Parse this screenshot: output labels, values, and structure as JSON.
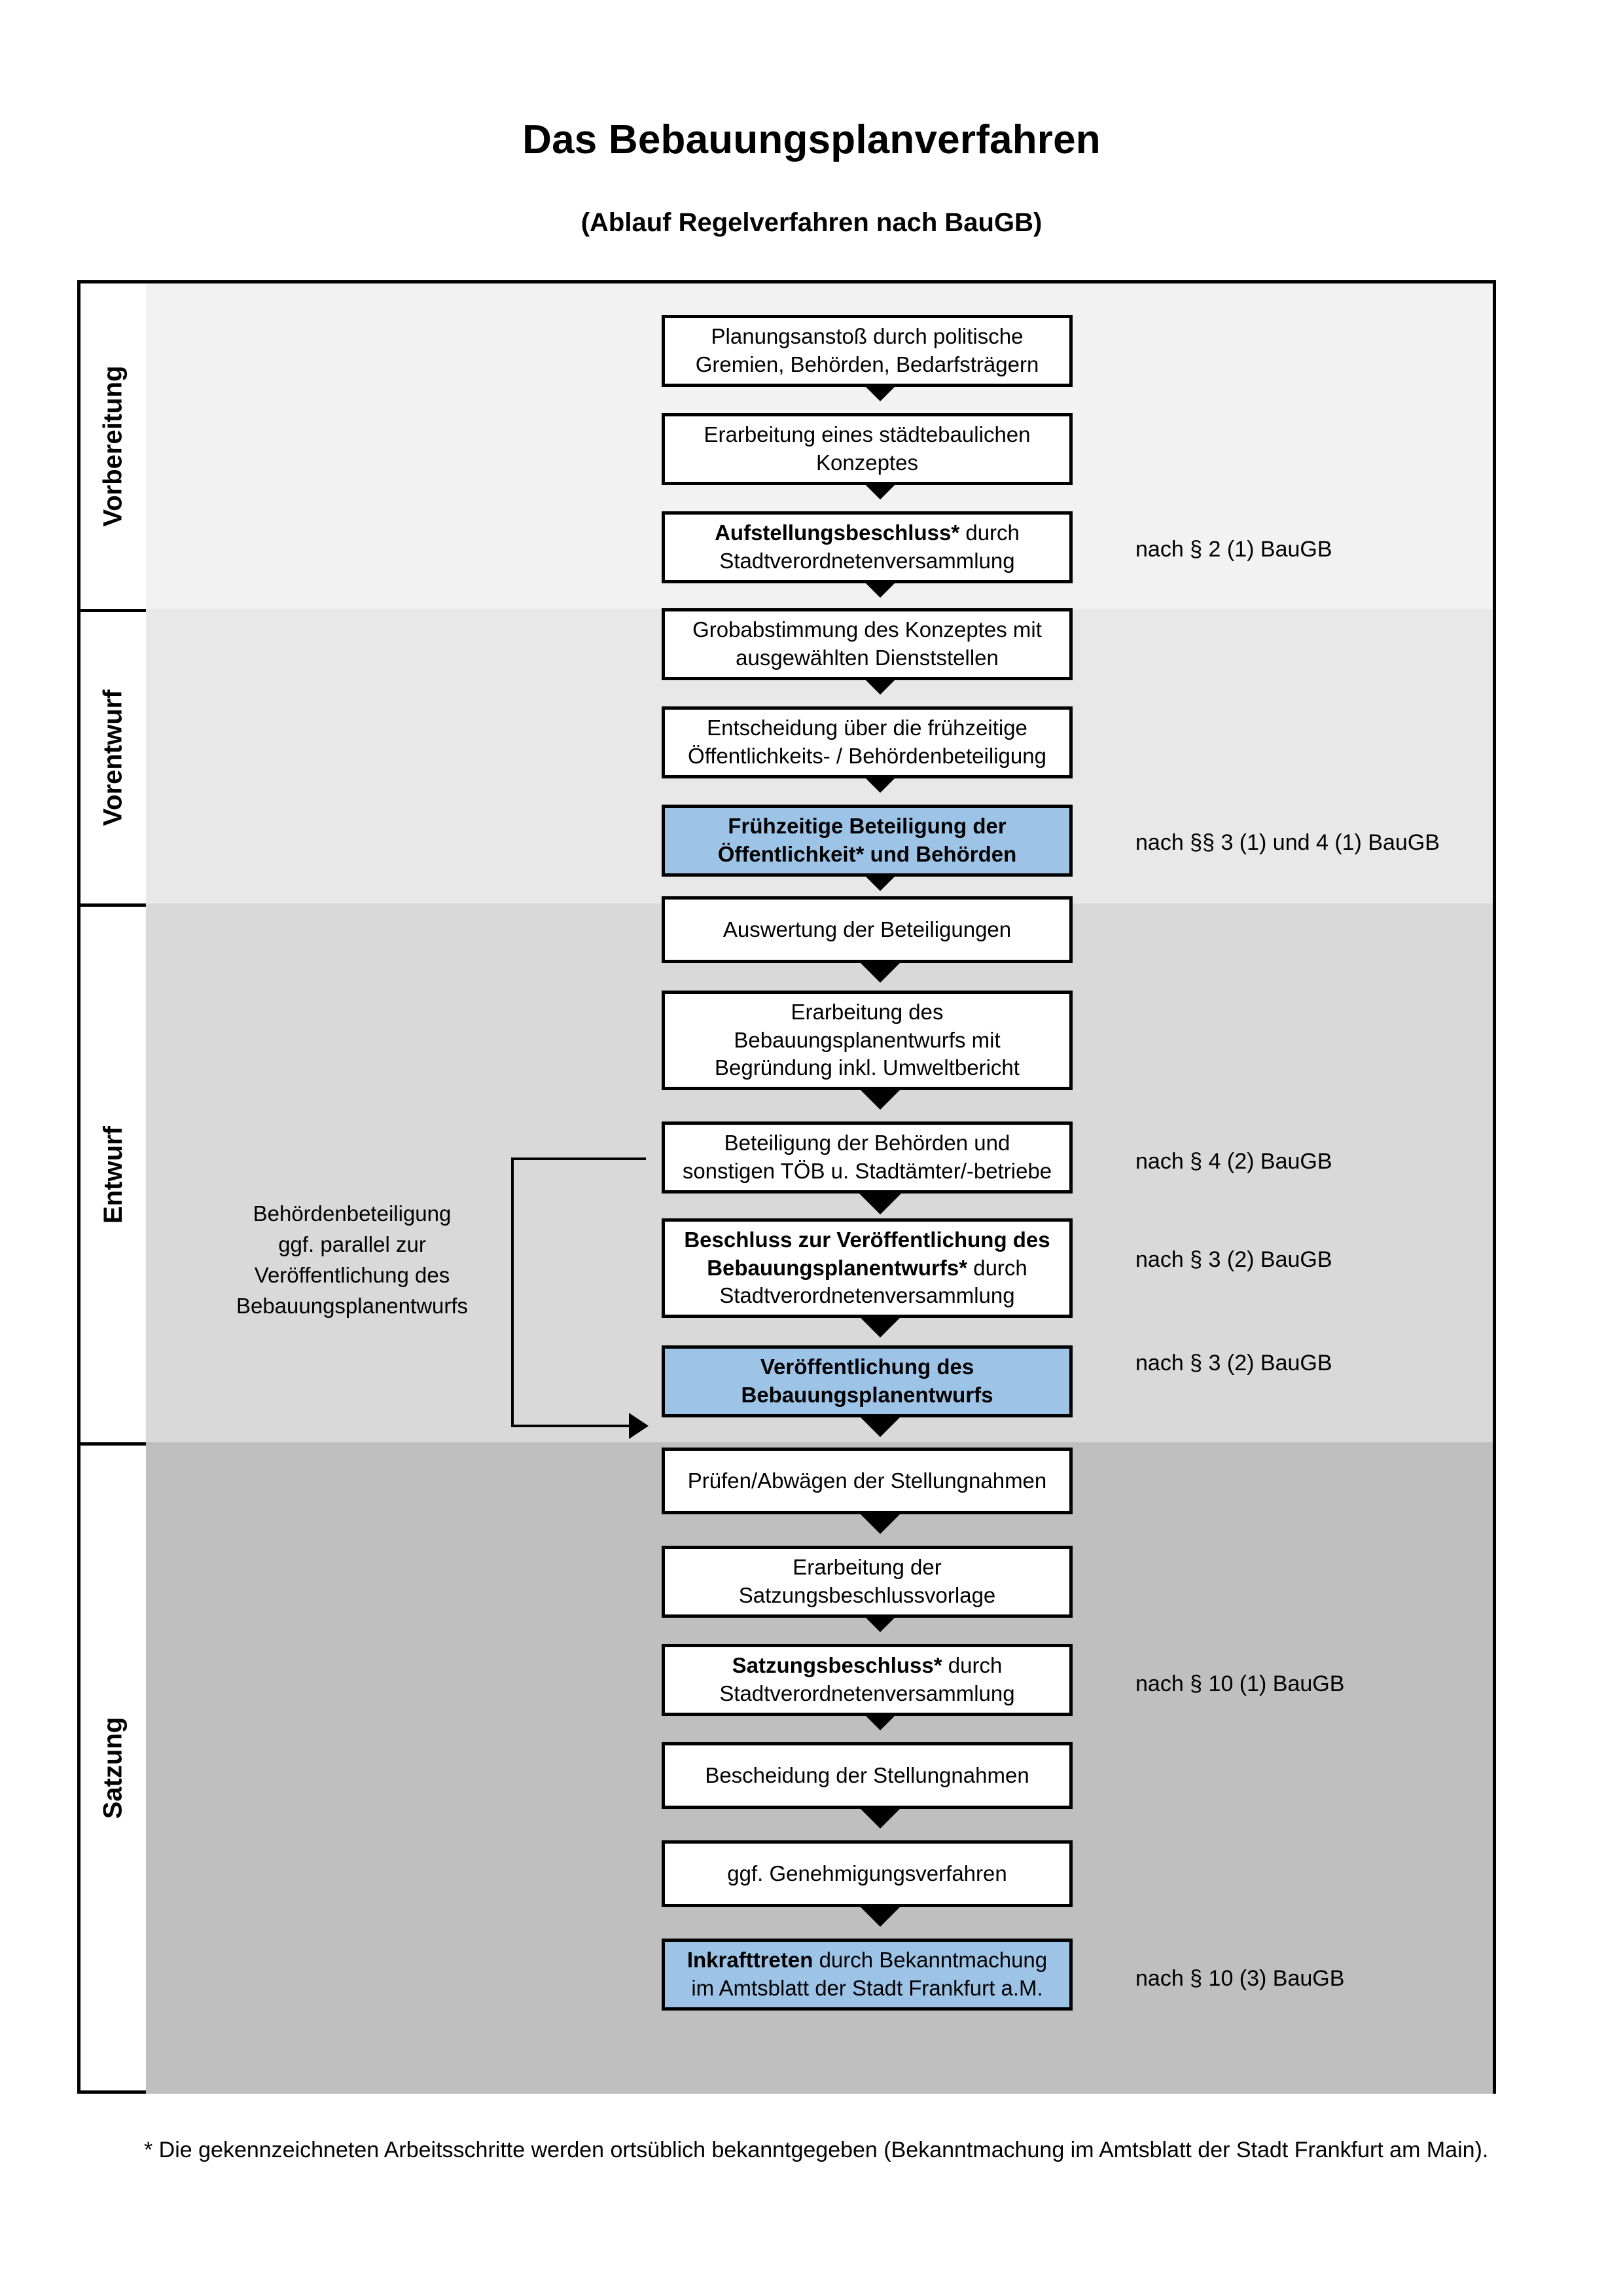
{
  "header": {
    "title": "Das Bebauungsplanverfahren",
    "subtitle": "(Ablauf Regelverfahren nach BauGB)"
  },
  "phases": [
    {
      "id": "vorbereitung",
      "label": "Vorbereitung",
      "band_color": "#f2f2f2"
    },
    {
      "id": "vorentwurf",
      "label": "Vorentwurf",
      "band_color": "#e8e8e8"
    },
    {
      "id": "entwurf",
      "label": "Entwurf",
      "band_color": "#d9d9d9"
    },
    {
      "id": "satzung",
      "label": "Satzung",
      "band_color": "#bfbfbf"
    }
  ],
  "nodes": [
    {
      "id": "n1",
      "phase": "vorbereitung",
      "highlight": false,
      "lines": [
        {
          "text": "Planungsanstoß durch politische",
          "bold": false
        },
        {
          "text": "Gremien, Behörden, Bedarfsträgern",
          "bold": false
        }
      ]
    },
    {
      "id": "n2",
      "phase": "vorbereitung",
      "highlight": false,
      "lines": [
        {
          "text": "Erarbeitung eines städtebaulichen",
          "bold": false
        },
        {
          "text": "Konzeptes",
          "bold": false
        }
      ]
    },
    {
      "id": "n3",
      "phase": "vorbereitung",
      "highlight": false,
      "lines": [
        {
          "text": "Aufstellungsbeschluss*",
          "bold": true,
          "suffix": " durch"
        },
        {
          "text": "Stadtverordnetenversammlung",
          "bold": false
        }
      ]
    },
    {
      "id": "n4",
      "phase": "vorentwurf",
      "highlight": false,
      "lines": [
        {
          "text": "Grobabstimmung des Konzeptes mit",
          "bold": false
        },
        {
          "text": "ausgewählten Dienststellen",
          "bold": false
        }
      ]
    },
    {
      "id": "n5",
      "phase": "vorentwurf",
      "highlight": false,
      "lines": [
        {
          "text": "Entscheidung über die frühzeitige",
          "bold": false
        },
        {
          "text": "Öffentlichkeits- / Behördenbeteiligung",
          "bold": false
        }
      ]
    },
    {
      "id": "n6",
      "phase": "vorentwurf",
      "highlight": true,
      "lines": [
        {
          "text": "Frühzeitige Beteiligung der",
          "bold": true
        },
        {
          "text": "Öffentlichkeit* und Behörden",
          "bold": true
        }
      ]
    },
    {
      "id": "n7",
      "phase": "entwurf",
      "highlight": false,
      "lines": [
        {
          "text": "Auswertung der Beteiligungen",
          "bold": false
        }
      ]
    },
    {
      "id": "n8",
      "phase": "entwurf",
      "highlight": false,
      "lines": [
        {
          "text": "Erarbeitung des",
          "bold": false
        },
        {
          "text": "Bebauungsplanentwurfs mit",
          "bold": false
        },
        {
          "text": "Begründung inkl. Umweltbericht",
          "bold": false
        }
      ]
    },
    {
      "id": "n9",
      "phase": "entwurf",
      "highlight": false,
      "lines": [
        {
          "text": "Beteiligung der Behörden und",
          "bold": false
        },
        {
          "text": "sonstigen TÖB u. Stadtämter/-betriebe",
          "bold": false
        }
      ]
    },
    {
      "id": "n10",
      "phase": "entwurf",
      "highlight": false,
      "lines": [
        {
          "text": "Beschluss zur Veröffentlichung des",
          "bold": true
        },
        {
          "text": "Bebauungsplanentwurfs*",
          "bold": true,
          "suffix": " durch"
        },
        {
          "text": "Stadtverordnetenversammlung",
          "bold": false
        }
      ]
    },
    {
      "id": "n11",
      "phase": "entwurf",
      "highlight": true,
      "lines": [
        {
          "text": "Veröffentlichung des",
          "bold": true
        },
        {
          "text": "Bebauungsplanentwurfs",
          "bold": true
        }
      ]
    },
    {
      "id": "n12",
      "phase": "satzung",
      "highlight": false,
      "lines": [
        {
          "text": "Prüfen/Abwägen der Stellungnahmen",
          "bold": false
        }
      ]
    },
    {
      "id": "n13",
      "phase": "satzung",
      "highlight": false,
      "lines": [
        {
          "text": "Erarbeitung der",
          "bold": false
        },
        {
          "text": "Satzungsbeschlussvorlage",
          "bold": false
        }
      ]
    },
    {
      "id": "n14",
      "phase": "satzung",
      "highlight": false,
      "lines": [
        {
          "text": "Satzungsbeschluss*",
          "bold": true,
          "suffix": " durch"
        },
        {
          "text": "Stadtverordnetenversammlung",
          "bold": false
        }
      ]
    },
    {
      "id": "n15",
      "phase": "satzung",
      "highlight": false,
      "lines": [
        {
          "text": "Bescheidung der Stellungnahmen",
          "bold": false
        }
      ]
    },
    {
      "id": "n16",
      "phase": "satzung",
      "highlight": false,
      "lines": [
        {
          "text": "ggf. Genehmigungsverfahren",
          "bold": false
        }
      ]
    },
    {
      "id": "n17",
      "phase": "satzung",
      "highlight": true,
      "lines": [
        {
          "text": "Inkrafttreten",
          "bold": true,
          "suffix": " durch Bekanntmachung"
        },
        {
          "text": "im Amtsblatt der Stadt Frankfurt a.M.",
          "bold": false
        }
      ]
    }
  ],
  "legal_refs": [
    {
      "id": "l1",
      "text": "nach § 2 (1) BauGB",
      "for_node": "n3"
    },
    {
      "id": "l2",
      "text": "nach §§ 3 (1) und 4 (1) BauGB",
      "for_node": "n6"
    },
    {
      "id": "l3",
      "text": "nach § 4 (2) BauGB",
      "for_node": "n9"
    },
    {
      "id": "l4",
      "text": "nach § 3 (2) BauGB",
      "for_node": "n10"
    },
    {
      "id": "l5",
      "text": "nach § 3 (2) BauGB",
      "for_node": "n11"
    },
    {
      "id": "l6",
      "text": "nach § 10 (1) BauGB",
      "for_node": "n14"
    },
    {
      "id": "l7",
      "text": "nach § 10 (3) BauGB",
      "for_node": "n17"
    }
  ],
  "sidenote": {
    "text": "Behördenbeteiligung\nggf. parallel zur\nVeröffentlichung des\nBebauungsplanentwurfs"
  },
  "footnote": {
    "text": "* Die gekennzeichneten Arbeitsschritte werden ortsüblich bekanntgegeben (Bekanntmachung im Amtsblatt  der Stadt Frankfurt am Main)."
  },
  "colors": {
    "highlight_fill": "#9dc3e6",
    "border": "#000000",
    "page_bg": "#ffffff"
  }
}
